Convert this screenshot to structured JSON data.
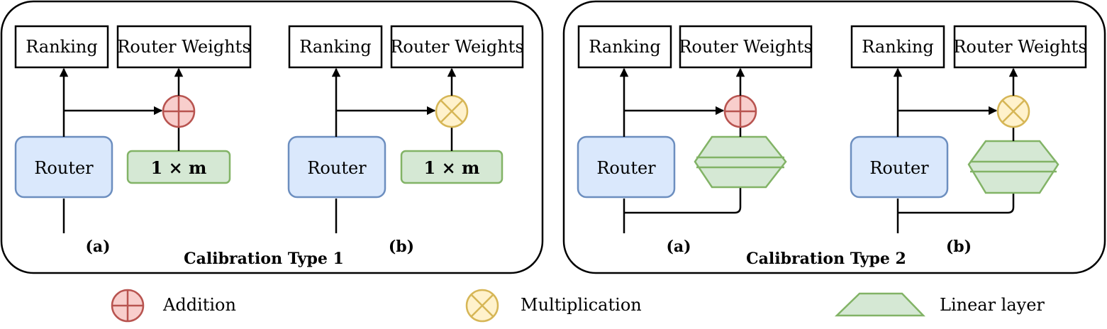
{
  "panels": [
    {
      "title": "Calibration Type 1",
      "variants": [
        {
          "tag": "(a)",
          "ranking": "Ranking",
          "weights": "Router Weights",
          "router": "Router",
          "param": "1 × m",
          "op": "addition-icon"
        },
        {
          "tag": "(b)",
          "ranking": "Ranking",
          "weights": "Router Weights",
          "router": "Router",
          "param": "1 × m",
          "op": "multiplication-icon"
        }
      ]
    },
    {
      "title": "Calibration Type 2",
      "variants": [
        {
          "tag": "(a)",
          "ranking": "Ranking",
          "weights": "Router Weights",
          "router": "Router",
          "op": "addition-icon"
        },
        {
          "tag": "(b)",
          "ranking": "Ranking",
          "weights": "Router Weights",
          "router": "Router",
          "op": "multiplication-icon"
        }
      ]
    }
  ],
  "legend": {
    "addition": "Addition",
    "multiplication": "Multiplication",
    "linear": "Linear layer"
  },
  "colors": {
    "router_fill": "#dae8fc",
    "router_stroke": "#6c8ebf",
    "green_fill": "#d5e8d4",
    "green_stroke": "#82b366",
    "add_fill": "#f8cecc",
    "add_stroke": "#b85450",
    "mul_fill": "#fff2cc",
    "mul_stroke": "#d6b656"
  }
}
